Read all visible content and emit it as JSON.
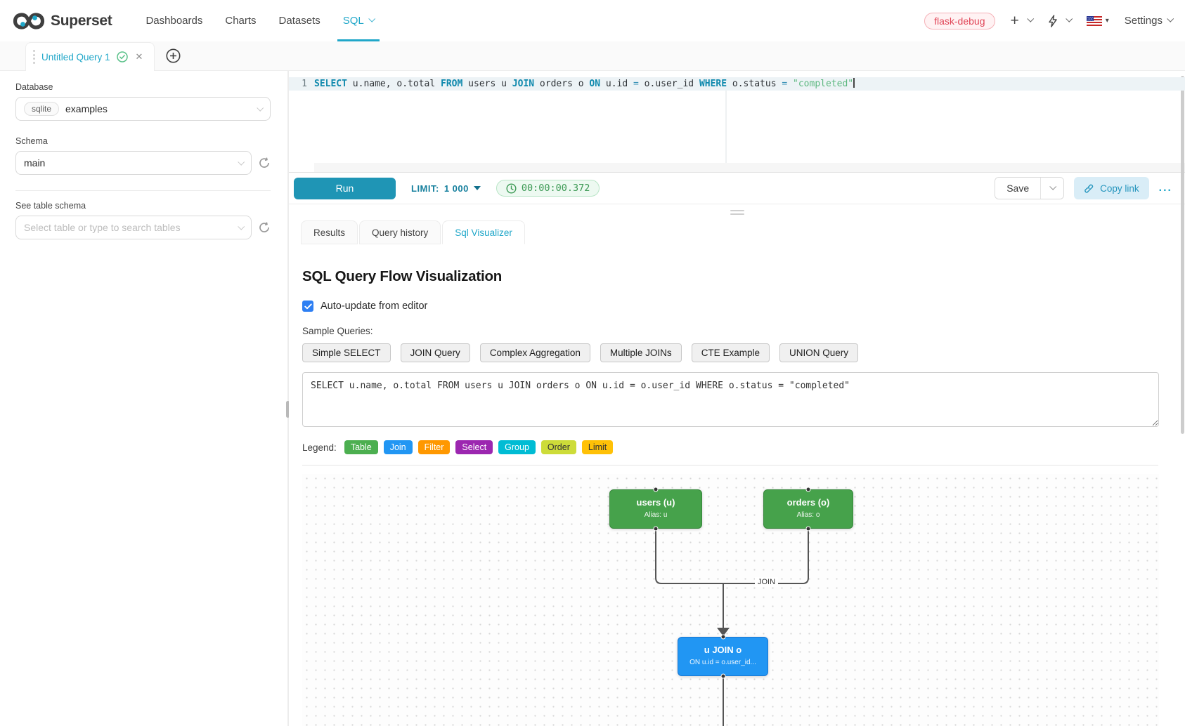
{
  "navbar": {
    "brand": "Superset",
    "items": [
      {
        "label": "Dashboards",
        "active": false,
        "caret": false
      },
      {
        "label": "Charts",
        "active": false,
        "caret": false
      },
      {
        "label": "Datasets",
        "active": false,
        "caret": false
      },
      {
        "label": "SQL",
        "active": true,
        "caret": true
      }
    ],
    "env_badge": "flask-debug",
    "plus_label": "+",
    "settings_label": "Settings"
  },
  "query_tab": {
    "label": "Untitled Query 1"
  },
  "sidebar": {
    "database_label": "Database",
    "database_engine": "sqlite",
    "database_value": "examples",
    "schema_label": "Schema",
    "schema_value": "main",
    "table_label": "See table schema",
    "table_placeholder": "Select table or type to search tables"
  },
  "editor": {
    "line_number": "1",
    "tokens": [
      {
        "t": "SELECT",
        "c": "kw"
      },
      {
        "t": " u.name, o.total ",
        "c": "pl"
      },
      {
        "t": "FROM",
        "c": "kw"
      },
      {
        "t": " users u ",
        "c": "pl"
      },
      {
        "t": "JOIN",
        "c": "kw"
      },
      {
        "t": " orders o ",
        "c": "pl"
      },
      {
        "t": "ON",
        "c": "kw"
      },
      {
        "t": " u.id ",
        "c": "pl"
      },
      {
        "t": "=",
        "c": "op"
      },
      {
        "t": " o.user_id ",
        "c": "pl"
      },
      {
        "t": "WHERE",
        "c": "kw"
      },
      {
        "t": " o.status ",
        "c": "pl"
      },
      {
        "t": "=",
        "c": "op"
      },
      {
        "t": " ",
        "c": "pl"
      },
      {
        "t": "\"completed\"",
        "c": "str"
      }
    ]
  },
  "toolbar": {
    "run_label": "Run",
    "limit_label": "LIMIT:",
    "limit_value": "1 000",
    "timer": "00:00:00.372",
    "save_label": "Save",
    "copy_link_label": "Copy link",
    "more_label": "..."
  },
  "south_tabs": [
    {
      "label": "Results",
      "active": false
    },
    {
      "label": "Query history",
      "active": false
    },
    {
      "label": "Sql Visualizer",
      "active": true
    }
  ],
  "visualizer": {
    "title": "SQL Query Flow Visualization",
    "auto_update_label": "Auto-update from editor",
    "auto_update_checked": true,
    "samples_label": "Sample Queries:",
    "sample_buttons": [
      "Simple SELECT",
      "JOIN Query",
      "Complex Aggregation",
      "Multiple JOINs",
      "CTE Example",
      "UNION Query"
    ],
    "query_text": "SELECT u.name, o.total FROM users u JOIN orders o ON u.id = o.user_id WHERE o.status = \"completed\"",
    "legend_label": "Legend:",
    "legend_items": [
      {
        "label": "Table",
        "color": "#4CAF50",
        "text": "#ffffff"
      },
      {
        "label": "Join",
        "color": "#2196F3",
        "text": "#ffffff"
      },
      {
        "label": "Filter",
        "color": "#FF9800",
        "text": "#ffffff"
      },
      {
        "label": "Select",
        "color": "#9C27B0",
        "text": "#ffffff"
      },
      {
        "label": "Group",
        "color": "#00BCD4",
        "text": "#ffffff"
      },
      {
        "label": "Order",
        "color": "#CDDC39",
        "text": "#333333"
      },
      {
        "label": "Limit",
        "color": "#FFC107",
        "text": "#333333"
      }
    ],
    "flow": {
      "edge_label": "JOIN",
      "nodes": [
        {
          "title": "users (u)",
          "subtitle": "Alias: u",
          "type": "table"
        },
        {
          "title": "orders (o)",
          "subtitle": "Alias: o",
          "type": "table"
        },
        {
          "title": "u JOIN o",
          "subtitle": "ON u.id = o.user_id...",
          "type": "join"
        }
      ]
    }
  },
  "colors": {
    "primary": "#20a7c9",
    "run_button": "#1f95b5",
    "edge": "#555555"
  }
}
